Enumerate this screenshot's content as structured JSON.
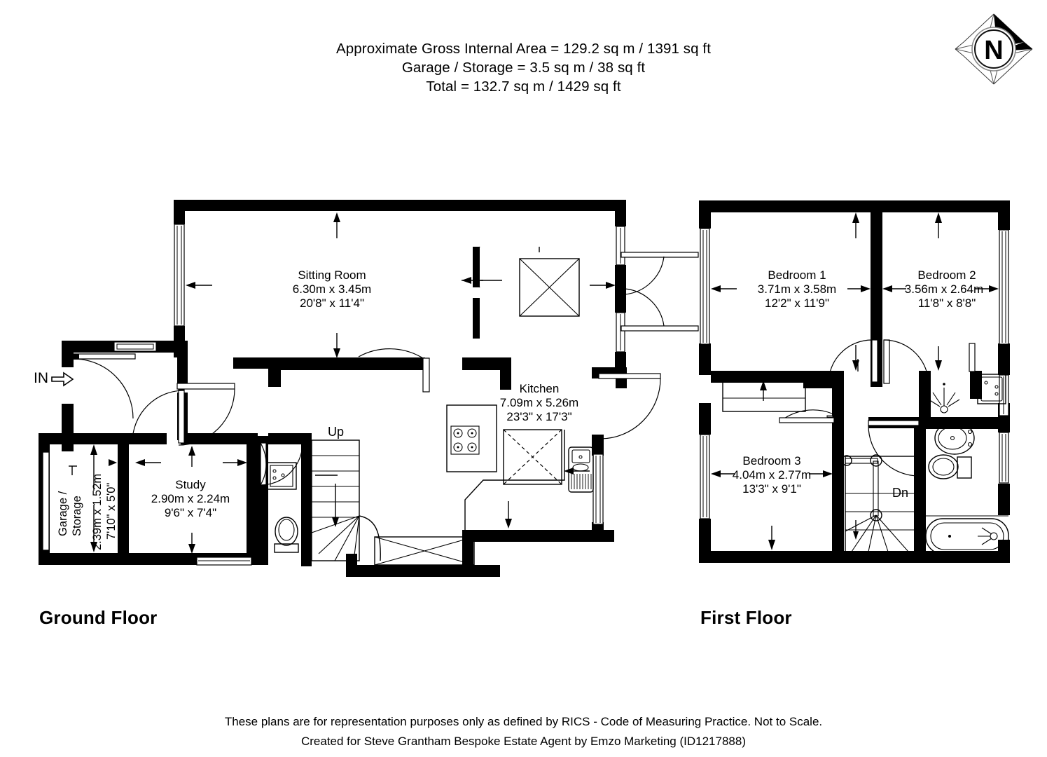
{
  "header": {
    "line1": "Approximate Gross Internal Area = 129.2 sq m / 1391 sq ft",
    "line2": "Garage / Storage = 3.5 sq m / 38 sq ft",
    "line3": "Total = 132.7 sq m / 1429 sq ft"
  },
  "compass": {
    "label": "N",
    "icon": "compass-rose-icon"
  },
  "floors": [
    {
      "title": "Ground Floor",
      "rooms": [
        {
          "name": "Sitting Room",
          "metric": "6.30m x 3.45m",
          "imperial": "20'8\" x 11'4\""
        },
        {
          "name": "Kitchen",
          "metric": "7.09m x 5.26m",
          "imperial": "23'3\" x 17'3\""
        },
        {
          "name": "Study",
          "metric": "2.90m x 2.24m",
          "imperial": "9'6\" x 7'4\""
        },
        {
          "name_line1": "Garage /",
          "name_line2": "Storage",
          "metric": "2.39m x 1.52m",
          "imperial": "7'10\" x 5'0\""
        }
      ],
      "annotations": {
        "entrance": "IN",
        "stairs_up": "Up"
      }
    },
    {
      "title": "First Floor",
      "rooms": [
        {
          "name": "Bedroom 1",
          "metric": "3.71m x 3.58m",
          "imperial": "12'2\" x 11'9\""
        },
        {
          "name": "Bedroom 2",
          "metric": "3.56m x 2.64m",
          "imperial": "11'8\" x 8'8\""
        },
        {
          "name": "Bedroom 3",
          "metric": "4.04m x 2.77m",
          "imperial": "13'3\" x 9'1\""
        }
      ],
      "annotations": {
        "stairs_down": "Dn"
      }
    }
  ],
  "footer": {
    "line1": "These plans are for representation purposes only as defined by RICS - Code of Measuring Practice. Not to Scale.",
    "line2": "Created for Steve Grantham Bespoke Estate Agent by Emzo Marketing (ID1217888)"
  },
  "colors": {
    "wall": "#000000",
    "background": "#ffffff",
    "text": "#000000"
  }
}
